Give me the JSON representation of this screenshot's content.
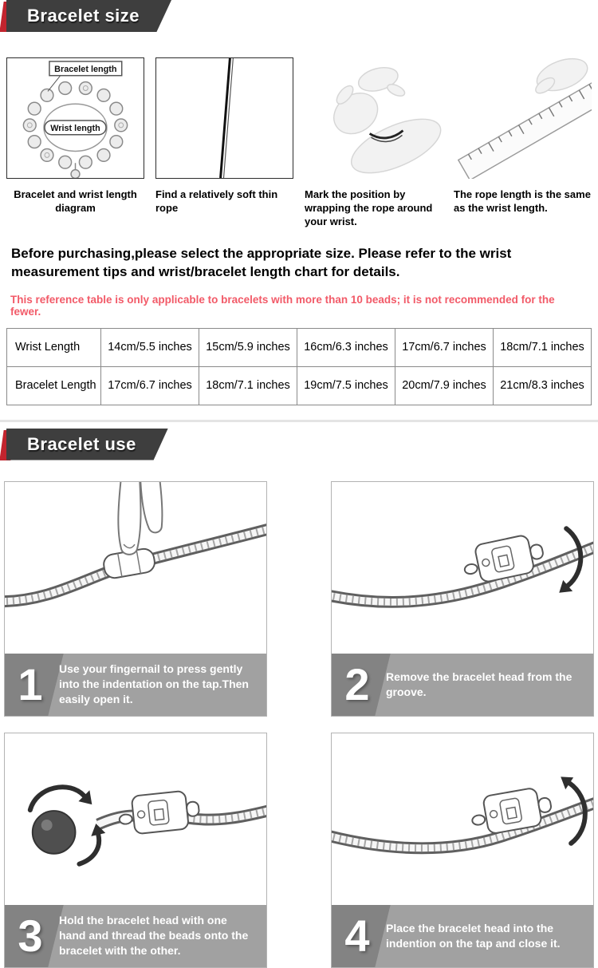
{
  "size": {
    "banner": "Bracelet size",
    "diagram_labels": {
      "bracelet": "Bracelet length",
      "wrist": "Wrist length"
    },
    "steps": [
      {
        "caption": "Bracelet and wrist length diagram"
      },
      {
        "caption": "Find a relatively soft thin rope"
      },
      {
        "caption": "Mark the position by wrapping the rope around your wrist."
      },
      {
        "caption": "The rope length is the same as the wrist length."
      }
    ],
    "intro": "Before purchasing,please select the appropriate size. Please refer to the wrist measurement tips and wrist/bracelet length chart for details.",
    "note": "This reference table is only applicable to bracelets with more than 10 beads; it is not recommended for the fewer.",
    "table": {
      "rows": [
        {
          "header": "Wrist Length",
          "cells": [
            "14cm/5.5 inches",
            "15cm/5.9 inches",
            "16cm/6.3 inches",
            "17cm/6.7 inches",
            "18cm/7.1 inches"
          ]
        },
        {
          "header": "Bracelet Length",
          "cells": [
            "17cm/6.7 inches",
            "18cm/7.1 inches",
            "19cm/7.5 inches",
            "20cm/7.9 inches",
            "21cm/8.3 inches"
          ]
        }
      ]
    }
  },
  "use": {
    "banner": "Bracelet use",
    "steps": [
      {
        "number": "1",
        "text": "Use your fingernail to press gently into the indentation on the tap.Then easily open it."
      },
      {
        "number": "2",
        "text": "Remove the bracelet head from the groove."
      },
      {
        "number": "3",
        "text": "Hold the bracelet head with one hand and thread the beads onto the bracelet with the other."
      },
      {
        "number": "4",
        "text": "Place the bracelet head into the indention on the tap and close it."
      }
    ]
  },
  "colors": {
    "banner_bg": "#3e3e3e",
    "accent_red": "#c2242e",
    "note_red": "#f25a68",
    "caption_bar_gray": "#a1a1a1"
  }
}
